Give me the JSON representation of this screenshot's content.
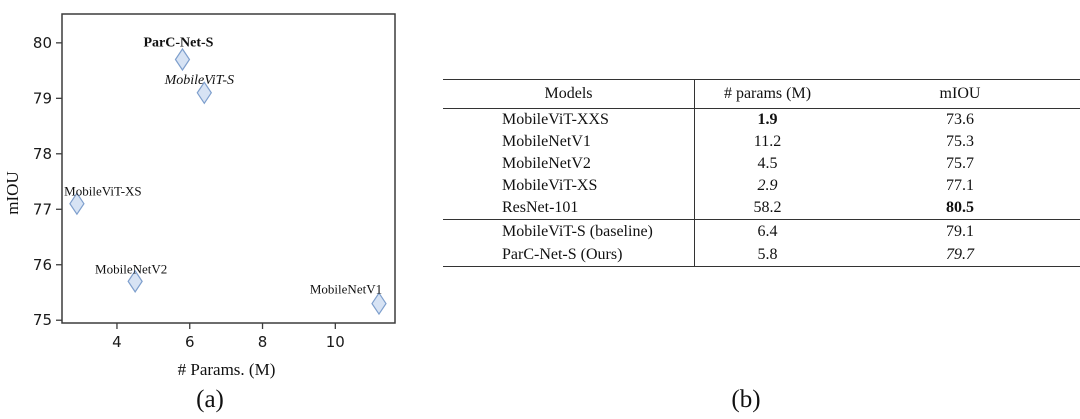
{
  "figure": {
    "panel_a_label": "(a)",
    "panel_b_label": "(b)"
  },
  "chart_data": {
    "type": "scatter",
    "title": "",
    "xlabel": "# Params. (M)",
    "ylabel": "mIOU",
    "xlim": [
      2.49,
      11.64
    ],
    "ylim": [
      74.95,
      80.52
    ],
    "xticks": [
      4,
      6,
      8,
      10
    ],
    "yticks": [
      75,
      76,
      77,
      78,
      79,
      80
    ],
    "grid": false,
    "legend": "none",
    "marker": {
      "shape": "thin-diamond",
      "fill_color": "#d7e3f4",
      "stroke_color": "#7e9fcd"
    },
    "axis_color": "#3c3c3c",
    "tick_text_color": "#1a1a1a",
    "points": [
      {
        "label": "ParC-Net-S",
        "x": 5.8,
        "y": 79.7,
        "label_style": "bold",
        "label_dx": -4,
        "label_dy": -13
      },
      {
        "label": "MobileViT-S",
        "x": 6.4,
        "y": 79.1,
        "label_style": "italic",
        "label_dx": -5,
        "label_dy": -9
      },
      {
        "label": "MobileViT-XS",
        "x": 2.9,
        "y": 77.1,
        "label_style": "normal",
        "label_dx": 26,
        "label_dy": -8
      },
      {
        "label": "MobileNetV2",
        "x": 4.5,
        "y": 75.7,
        "label_style": "normal",
        "label_dx": -4,
        "label_dy": -8
      },
      {
        "label": "MobileNetV1",
        "x": 11.2,
        "y": 75.3,
        "label_style": "normal",
        "label_dx": -33,
        "label_dy": -10
      }
    ]
  },
  "table": {
    "headers": [
      "Models",
      "# params (M)",
      "mIOU"
    ],
    "rows": [
      {
        "model": "MobileViT-XXS",
        "params": "1.9",
        "miou": "73.6",
        "params_style": "bold",
        "miou_style": "normal",
        "section_end": false
      },
      {
        "model": "MobileNetV1",
        "params": "11.2",
        "miou": "75.3",
        "params_style": "normal",
        "miou_style": "normal",
        "section_end": false
      },
      {
        "model": "MobileNetV2",
        "params": "4.5",
        "miou": "75.7",
        "params_style": "normal",
        "miou_style": "normal",
        "section_end": false
      },
      {
        "model": "MobileViT-XS",
        "params": "2.9",
        "miou": "77.1",
        "params_style": "italic",
        "miou_style": "normal",
        "section_end": false
      },
      {
        "model": "ResNet-101",
        "params": "58.2",
        "miou": "80.5",
        "params_style": "normal",
        "miou_style": "bold",
        "section_end": true
      },
      {
        "model": "MobileViT-S (baseline)",
        "params": "6.4",
        "miou": "79.1",
        "params_style": "normal",
        "miou_style": "normal",
        "section_end": false
      },
      {
        "model": "ParC-Net-S (Ours)",
        "params": "5.8",
        "miou": "79.7",
        "params_style": "normal",
        "miou_style": "italic",
        "section_end": false
      }
    ]
  }
}
